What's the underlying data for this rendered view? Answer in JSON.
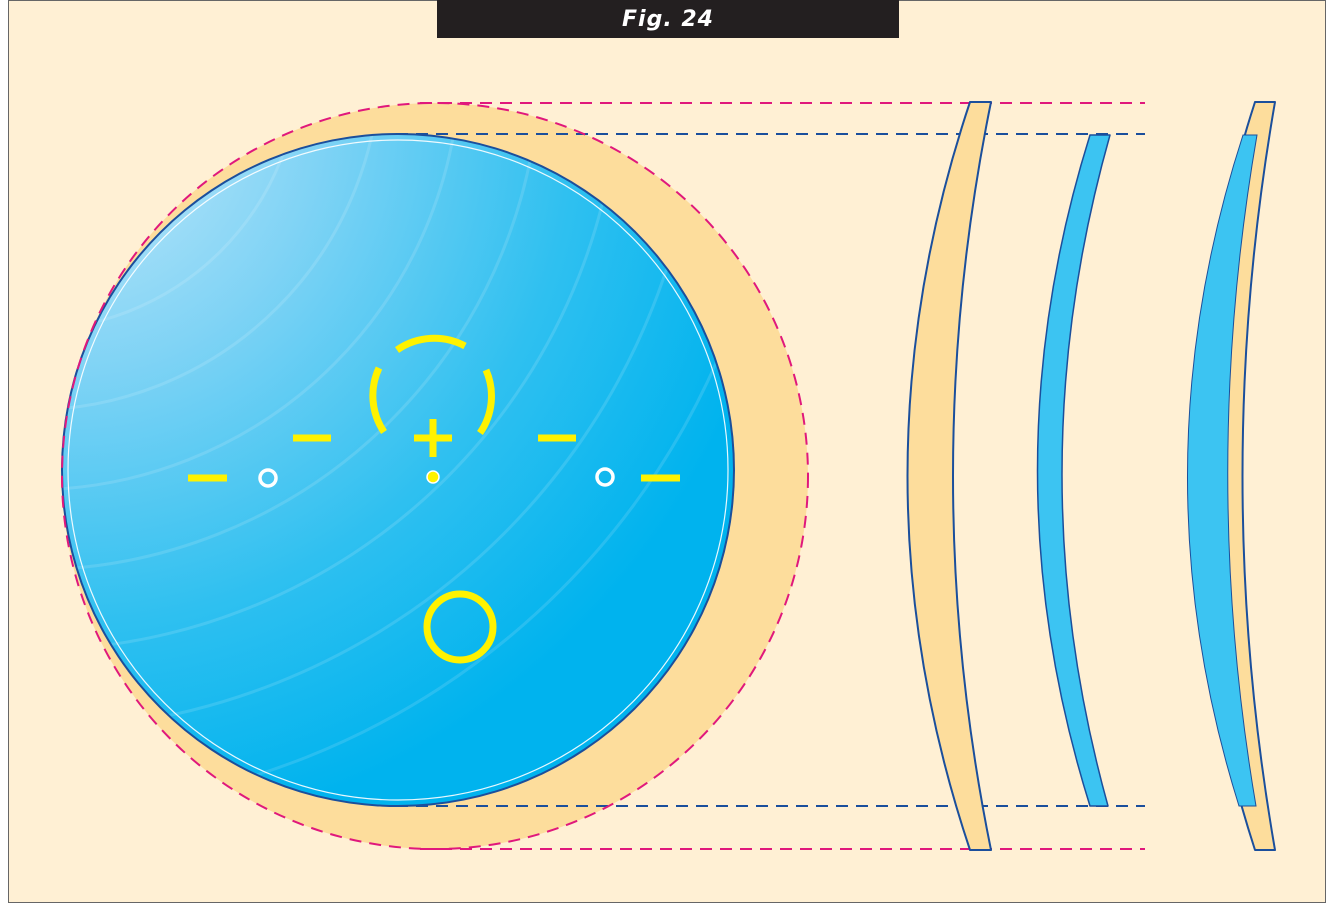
{
  "figure": {
    "title": "Fig. 24"
  },
  "colors": {
    "background": "#fff0d4",
    "semi_finished_blank": "#fddd9c",
    "finished_lens": "#3cc4f2",
    "lens_outline": "#1b4f9c",
    "blank_guide": "#e0187c",
    "lens_guide": "#1b4f9c",
    "markings": "#fff200",
    "reference_circles": "#ffffff"
  },
  "icons": {
    "distance_reference": "broken-arc-circle",
    "prism_reference": "plus-sign",
    "near_reference": "ring",
    "horizontal_markers": "dash",
    "alignment_points": "small-circle"
  }
}
